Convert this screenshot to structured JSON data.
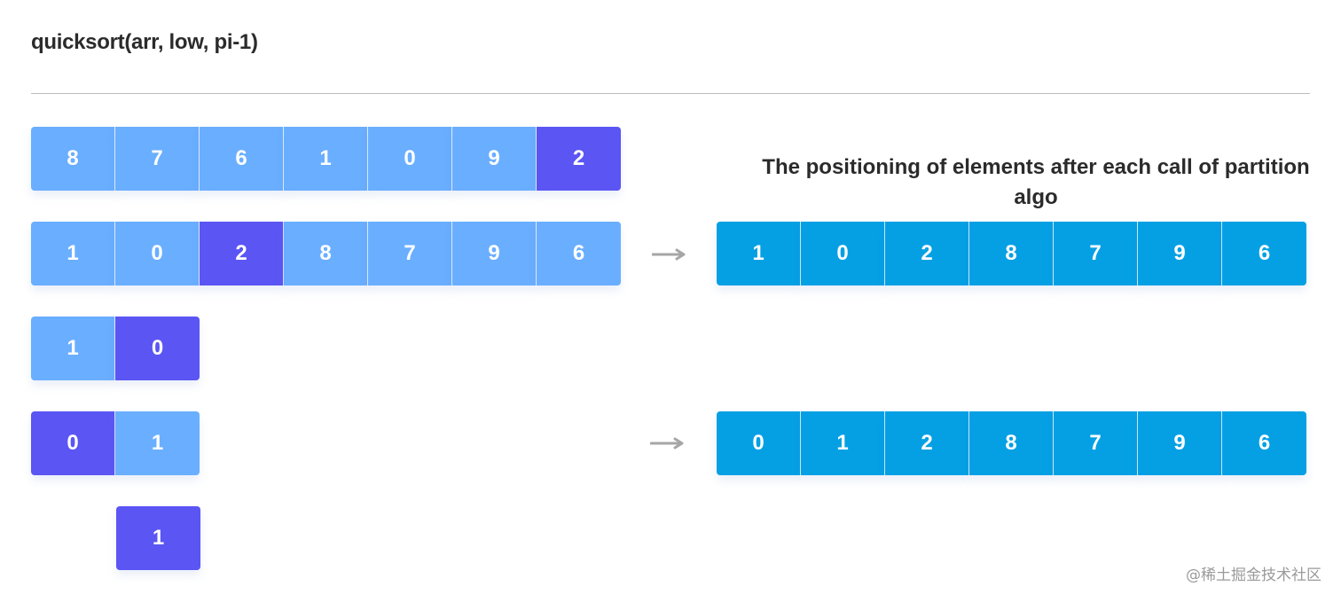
{
  "title": "quicksort(arr, low, pi-1)",
  "caption": "The positioning of elements after each call of partition algo",
  "watermark": "@稀土掘金技术社区",
  "colors": {
    "light_cell": "#6aaeff",
    "pivot_cell": "#5b55f4",
    "result_cell": "#05a0e4",
    "arrow": "#a6a6a6"
  },
  "steps": [
    {
      "cells": [
        {
          "v": "8",
          "pivot": false
        },
        {
          "v": "7",
          "pivot": false
        },
        {
          "v": "6",
          "pivot": false
        },
        {
          "v": "1",
          "pivot": false
        },
        {
          "v": "0",
          "pivot": false
        },
        {
          "v": "9",
          "pivot": false
        },
        {
          "v": "2",
          "pivot": true
        }
      ]
    },
    {
      "cells": [
        {
          "v": "1",
          "pivot": false
        },
        {
          "v": "0",
          "pivot": false
        },
        {
          "v": "2",
          "pivot": true
        },
        {
          "v": "8",
          "pivot": false
        },
        {
          "v": "7",
          "pivot": false
        },
        {
          "v": "9",
          "pivot": false
        },
        {
          "v": "6",
          "pivot": false
        }
      ]
    },
    {
      "cells": [
        {
          "v": "1",
          "pivot": false
        },
        {
          "v": "0",
          "pivot": true
        }
      ]
    },
    {
      "cells": [
        {
          "v": "0",
          "pivot": true
        },
        {
          "v": "1",
          "pivot": false
        }
      ]
    },
    {
      "cells": [
        {
          "v": "1",
          "pivot": true
        }
      ]
    }
  ],
  "results": [
    {
      "cells": [
        "1",
        "0",
        "2",
        "8",
        "7",
        "9",
        "6"
      ]
    },
    {
      "cells": [
        "0",
        "1",
        "2",
        "8",
        "7",
        "9",
        "6"
      ]
    }
  ]
}
